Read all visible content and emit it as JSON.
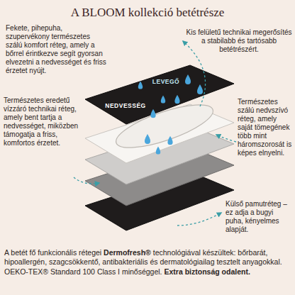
{
  "diagram": {
    "title": "A BLOOM kollekció betétrésze",
    "labels": [
      "Fekete, pihepuha, szupervékony természetes szálú komfort réteg, amely a bőrrel érintkezve segít gyorsan elvezetni a nedvességet és friss érzetet nyújt.",
      "Kis felületű technikai megerősítés a stabilabb és tartósabb betétrészért.",
      "LEVEGŐ",
      "NEDVESSÉG",
      "Természetes eredetű vízzáró technikai réteg, amely bent tartja a nedvességet, miközben támogatja a friss, komfortos érzetet.",
      "Természetes szálú nedvszívó réteg, amely saját tömegének több mint háromszorosát is képes elnyelni.",
      "Külső pamutréteg – ez adja a bugyi puha, kényelmes alapját.",
      "A betét fő funkcionális rétegei",
      "Dermofresh®",
      "technológiával készültek: bőrbarát, hipoallergén, szagcsökkentő, antibakteriális és dermatológiailag tesztelt anyagokkal. OEKO-TEX® Standard 100 Class I minőséggel.",
      "Extra biztonság odalent."
    ]
  }
}
